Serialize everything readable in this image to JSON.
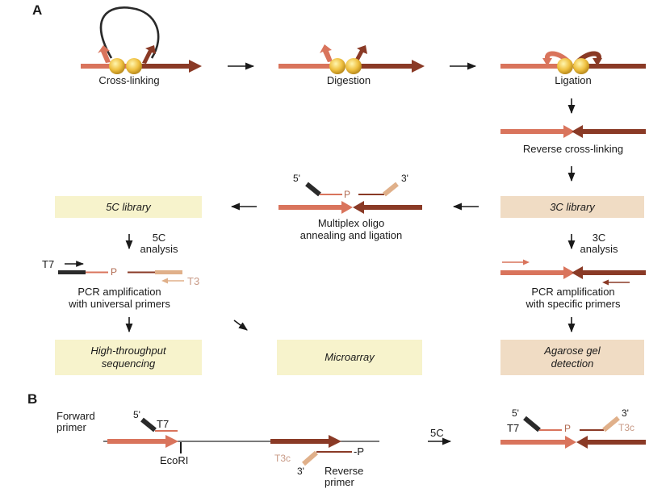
{
  "panels": {
    "a": "A",
    "b": "B"
  },
  "steps": {
    "crosslinking": "Cross-linking",
    "digestion": "Digestion",
    "ligation": "Ligation",
    "reverse_crosslinking": "Reverse cross-linking",
    "multiplex_line1": "Multiplex oligo",
    "multiplex_line2": "annealing and ligation"
  },
  "boxes": {
    "lib5c": "5C library",
    "lib3c": "3C library",
    "hts_line1": "High-throughput",
    "hts_line2": "sequencing",
    "microarray": "Microarray",
    "agarose_line1": "Agarose gel",
    "agarose_line2": "detection"
  },
  "analysis": {
    "a5c_line1": "5C",
    "a5c_line2": "analysis",
    "a3c_line1": "3C",
    "a3c_line2": "analysis"
  },
  "pcr": {
    "universal_line1": "PCR amplification",
    "universal_line2": "with universal primers",
    "specific_line1": "PCR amplification",
    "specific_line2": "with specific primers"
  },
  "labels": {
    "five_prime": "5'",
    "three_prime": "3'",
    "phosphate": "P",
    "t7": "T7",
    "t3": "T3",
    "t3c": "T3c",
    "neg_p": "-P"
  },
  "panel_b": {
    "forward_line1": "Forward",
    "forward_line2": "primer",
    "ecori": "EcoRI",
    "reverse_line1": "Reverse",
    "reverse_line2": "primer",
    "step_5c": "5C"
  },
  "colors": {
    "light_fragment": "#d9745c",
    "dark_fragment": "#8a3a26",
    "primer_dark": "#2a2a2a",
    "primer_light": "#e0b08a",
    "yellow_box": "#f7f3cc",
    "tan_box": "#f0dcc4"
  }
}
